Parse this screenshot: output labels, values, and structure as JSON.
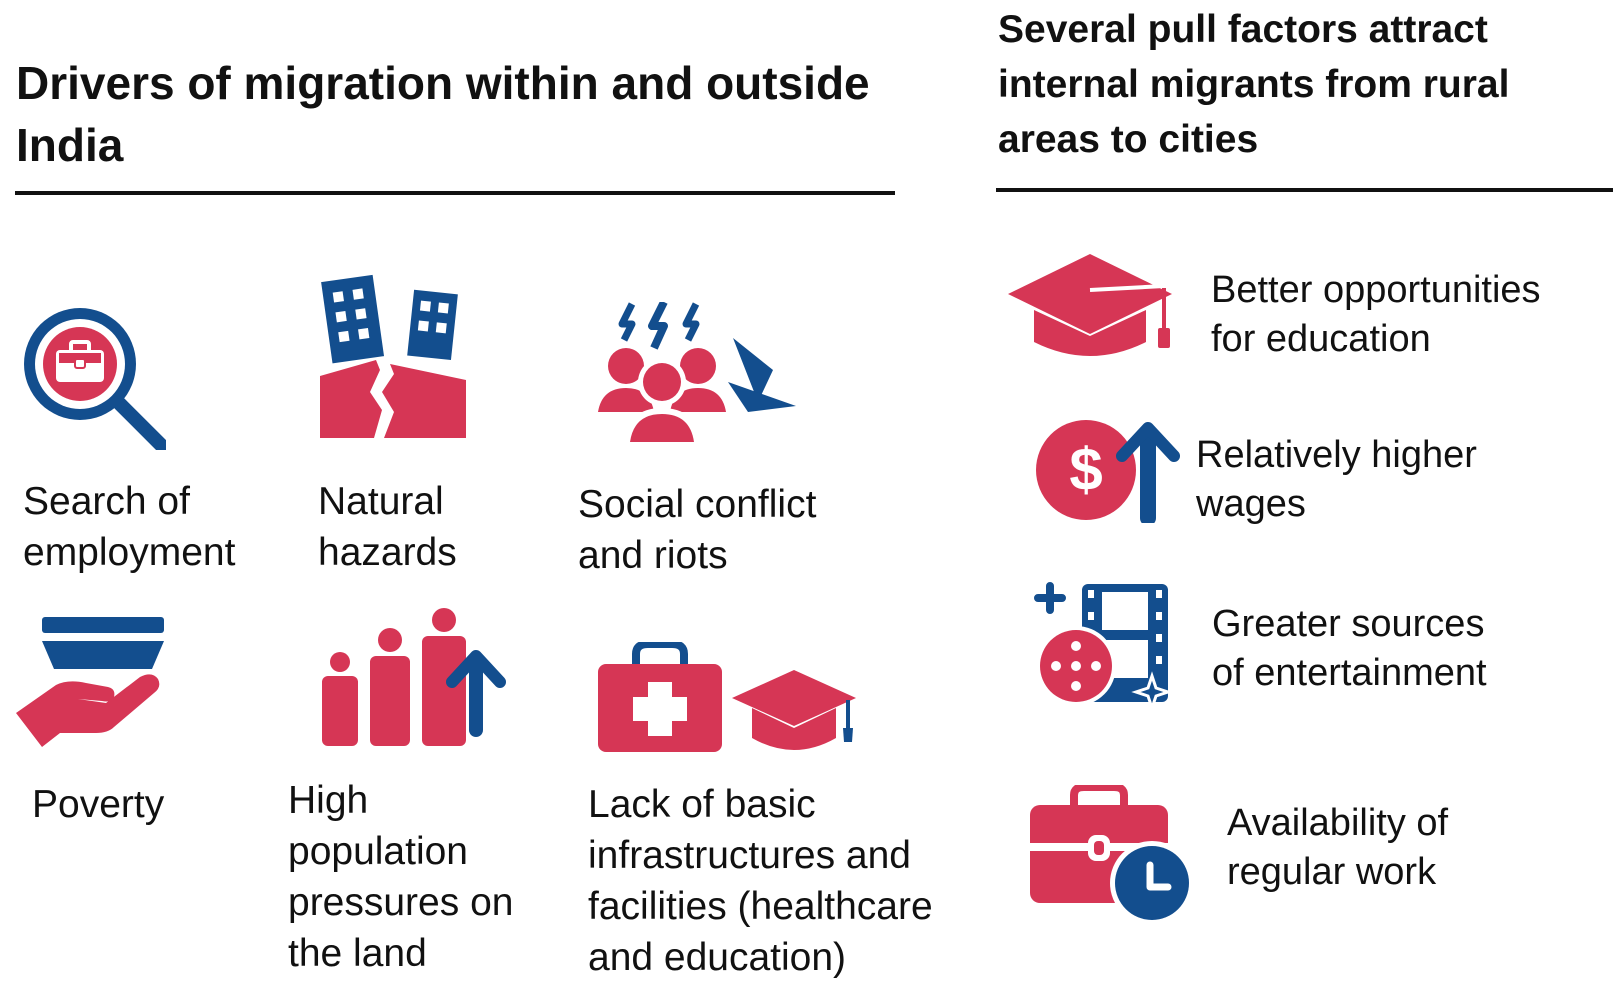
{
  "colors": {
    "red": "#d63655",
    "blue": "#134e8e",
    "text": "#111111"
  },
  "left_panel": {
    "title": "Drivers of migration within and outside India",
    "drivers": [
      {
        "label": "Search of\nemployment",
        "icon": "job-search-icon"
      },
      {
        "label": "Natural\nhazards",
        "icon": "earthquake-buildings-icon"
      },
      {
        "label": "Social conflict\nand riots",
        "icon": "conflict-crowd-icon"
      },
      {
        "label": "Poverty",
        "icon": "hand-bowl-icon"
      },
      {
        "label": "High\npopulation\npressures on\nthe land",
        "icon": "population-growth-icon"
      },
      {
        "label": "Lack of basic\ninfrastructures and\nfacilities (healthcare\nand education)",
        "icon": "firstaid-graduation-icon"
      }
    ]
  },
  "right_panel": {
    "title": "Several pull factors attract internal migrants from rural areas to cities",
    "factors": [
      {
        "label": "Better opportunities\nfor education",
        "icon": "graduation-cap-icon"
      },
      {
        "label": "Relatively higher\nwages",
        "icon": "dollar-up-arrow-icon"
      },
      {
        "label": "Greater sources\nof entertainment",
        "icon": "film-entertainment-icon"
      },
      {
        "label": "Availability of\nregular work",
        "icon": "briefcase-clock-icon"
      }
    ]
  }
}
